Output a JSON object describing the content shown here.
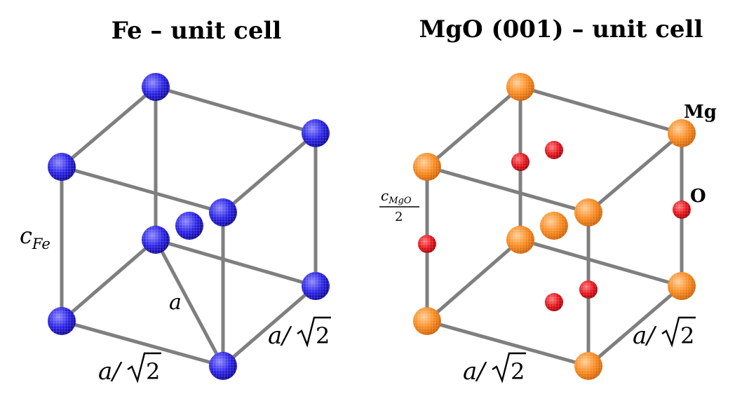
{
  "colors": {
    "fe_atom": "#2a22e6",
    "mg_atom": "#f98a1f",
    "o_atom": "#e8141c",
    "bond": "#7f7f7f"
  },
  "fe_cell": {
    "title": "Fe – unit cell",
    "label_c": "c",
    "label_c_sub": "Fe",
    "label_a": "a",
    "label_a_sqrt2": "a/",
    "sqrt_digit": "2"
  },
  "mgo_cell": {
    "title": "MgO (001) – unit cell",
    "label_mg": "Mg",
    "label_o": "O",
    "label_c": "c",
    "label_c_sub": "MgO",
    "label_c_den": "2",
    "label_a_sqrt2": "a/",
    "sqrt_digit": "2"
  }
}
